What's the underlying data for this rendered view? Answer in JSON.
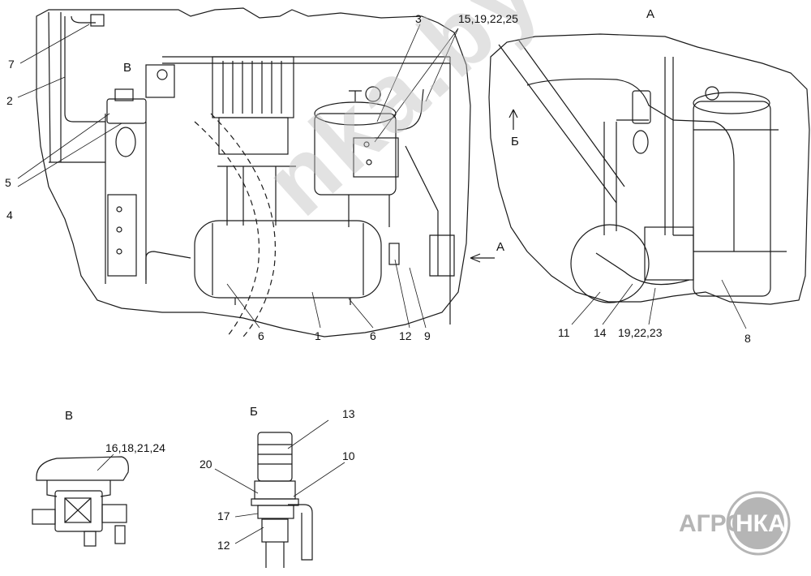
{
  "views": {
    "A_top": "А",
    "A_arrow": "А",
    "B_top": "Б",
    "B_side": "Б",
    "V_top": "В",
    "V_detail": "В",
    "B_detail": "Б"
  },
  "callouts": {
    "c7": "7",
    "c2": "2",
    "c5": "5",
    "c4": "4",
    "c3": "3",
    "c15_19_22_25": "15,19,22,25",
    "c6a": "6",
    "c1": "1",
    "c6b": "6",
    "c12a": "12",
    "c9": "9",
    "c11": "11",
    "c14": "14",
    "c19_22_23": "19,22,23",
    "c8": "8",
    "c16_18_21_24": "16,18,21,24",
    "c13": "13",
    "c20": "20",
    "c10": "10",
    "c17": "17",
    "c12b": "12"
  },
  "watermark": {
    "text": "nka.by"
  },
  "logo": {
    "part1": "АГРО",
    "part2": "НКА"
  },
  "colors": {
    "line": "#1a1a1a",
    "watermark": "#c8c8c8",
    "logo": "#b5b5b5"
  }
}
